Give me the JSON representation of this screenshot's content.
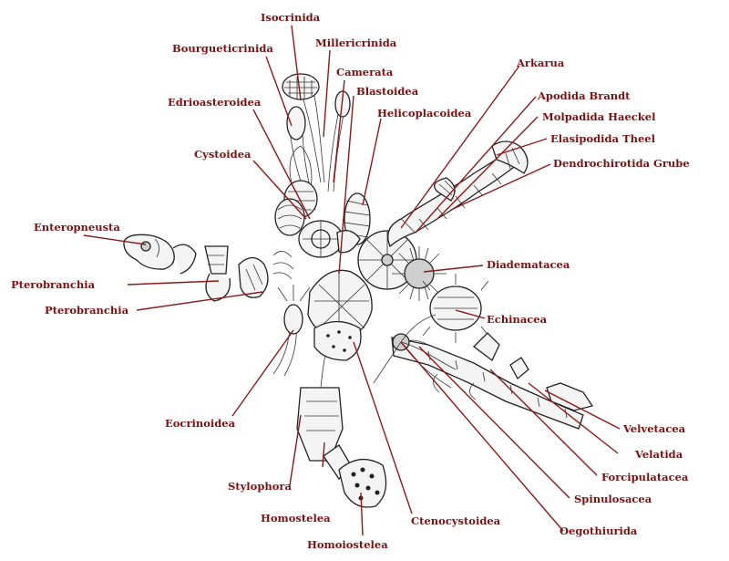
{
  "labels": {
    "isocrinida": "Isocrinida",
    "bourgueticrinida": "Bourgueticrinida",
    "millericrinida": "Millericrinida",
    "camerata": "Camerata",
    "arkarua": "Arkarua",
    "blastoidea": "Blastoidea",
    "edrioasteroidea": "Edrioasteroidea",
    "apodida": "Apodida Brandt",
    "helicoplacoidea": "Helicoplacoidea",
    "molpadida": "Molpadida Haeckel",
    "elasipodida": "Elasipodida Theel",
    "cystoidea": "Cystoidea",
    "dendrochirotida": "Dendrochirotida Grube",
    "enteropneusta": "Enteropneusta",
    "diadematacea": "Diadematacea",
    "pterobranchia_1": "Pterobranchia",
    "pterobranchia_2": "Pterobranchia",
    "echinacea": "Echinacea",
    "eocrinoidea": "Eocrinoidea",
    "velvetacea": "Velvetacea",
    "velatida": "Velatida",
    "forcipulatacea": "Forcipulatacea",
    "stylophora": "Stylophora",
    "spinulosacea": "Spinulosacea",
    "homostelea": "Homostelea",
    "ctenocystoidea": "Ctenocystoidea",
    "oegothiurida": "Oegothiurida",
    "homoiostelea": "Homoiostelea"
  },
  "colors": {
    "label": "#7a1212",
    "leader": "#8b1a1a",
    "ink": "#222222"
  }
}
